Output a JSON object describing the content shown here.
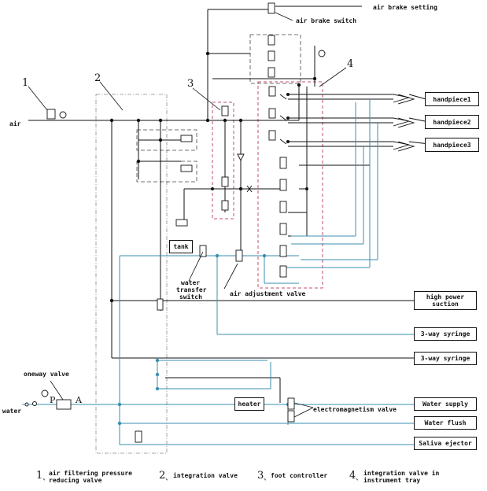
{
  "labels": {
    "air": "air",
    "water": "water",
    "air_brake_setting": "air brake setting",
    "air_brake_switch": "air brake switch",
    "oneway_valve": "oneway valve",
    "port_p": "P",
    "port_a": "A",
    "tank": "tank",
    "water_transfer_switch_1": "water",
    "water_transfer_switch_2": "transfer",
    "water_transfer_switch_3": "switch",
    "air_adjustment_valve": "air adjustment valve",
    "electromagnetism_valve": "electromagnetism valve"
  },
  "callouts": [
    "1",
    "2",
    "3",
    "4"
  ],
  "outputs": {
    "handpiece1": "handpiece1",
    "handpiece2": "handpiece2",
    "handpiece3": "handpiece3",
    "high_power_suction_1": "high power",
    "high_power_suction_2": "suction",
    "syringe_a": "3-way syringe",
    "syringe_b": "3-way syringe",
    "water_supply": "Water supply",
    "water_flush": "Water flush",
    "saliva_ejector": "Saliva ejector",
    "heater": "heater"
  },
  "legend": [
    {
      "num": "1",
      "sep": "、",
      "line1": "air filtering pressure",
      "line2": "reducing valve"
    },
    {
      "num": "2",
      "sep": "、",
      "line1": "integration valve",
      "line2": ""
    },
    {
      "num": "3",
      "sep": "、",
      "line1": "foot controller",
      "line2": ""
    },
    {
      "num": "4",
      "sep": "、",
      "line1": "integration valve in",
      "line2": "instrument tray"
    }
  ],
  "colors": {
    "air_line": "#111111",
    "water_line": "#3a8fb0",
    "dash_frame": "#c0506a",
    "dot": "#111111"
  }
}
